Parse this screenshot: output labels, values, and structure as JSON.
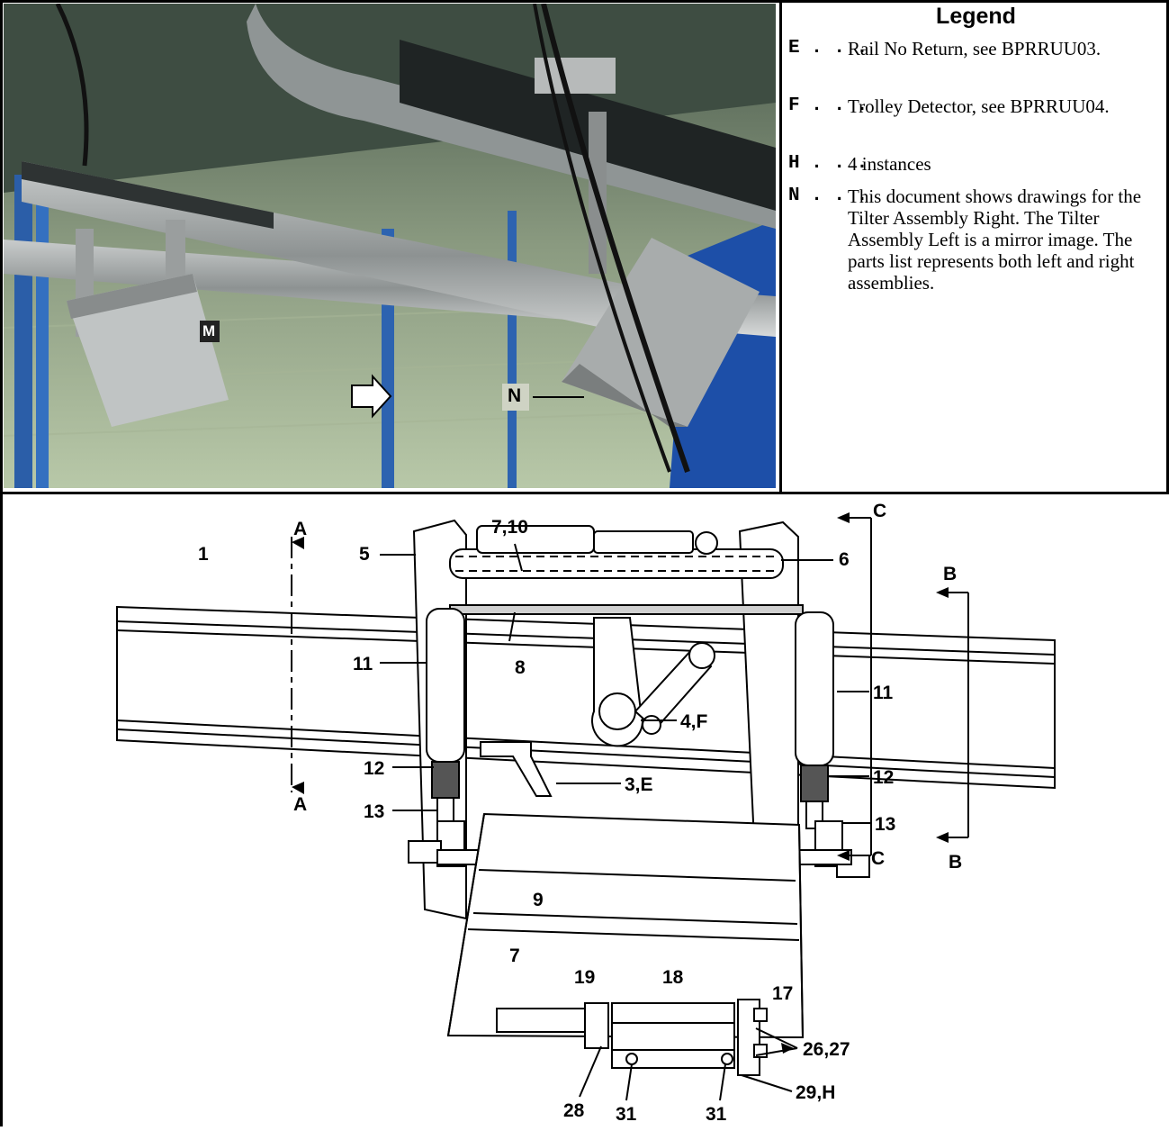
{
  "legend": {
    "title": "Legend",
    "items": [
      {
        "key": "E . . .",
        "text": "Rail No Return, see BPRRUU03."
      },
      {
        "key": "F . . .",
        "text": "Trolley Detector, see BPRRUU04."
      },
      {
        "key": "H . . .",
        "text": "4 instances"
      },
      {
        "key": "N . . .",
        "text": "This document shows drawings for the Tilter Assembly Right. The Tilter Assembly Left is a mirror image. The parts list represents both left and right assemblies."
      }
    ]
  },
  "photo": {
    "labels": {
      "m": "M",
      "n": "N"
    }
  },
  "drawing": {
    "callouts": {
      "c1": "1",
      "c5": "5",
      "c7_10": "7,10",
      "c6": "6",
      "c8": "8",
      "c11_left": "11",
      "c11_right": "11",
      "c4f": "4,F",
      "c12_left": "12",
      "c12_right": "12",
      "c3e": "3,E",
      "c13_left": "13",
      "c13_right": "13",
      "c9": "9",
      "c7": "7",
      "c19": "19",
      "c18": "18",
      "c17": "17",
      "c26_27": "26,27",
      "c28": "28",
      "c31_left": "31",
      "c31_right": "31",
      "c29h": "29,H"
    },
    "sections": {
      "a_top": "A",
      "a_bottom": "A",
      "b_top": "B",
      "b_bottom": "B",
      "c_top": "C",
      "c_bottom": "C"
    }
  }
}
